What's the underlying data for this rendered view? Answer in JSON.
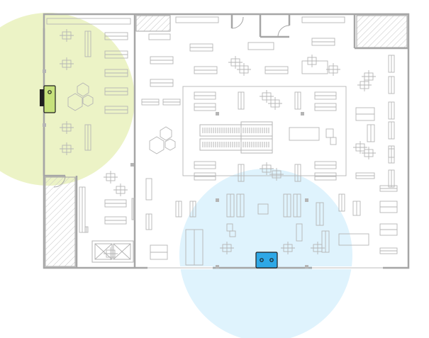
{
  "floorplan": {
    "wall_color": "#a6a6a6",
    "fixture_color": "#b5b5b5",
    "zones": [
      {
        "id": "zone-northwest",
        "fill": "#ecf3c6"
      },
      {
        "id": "zone-south",
        "fill": "#dff3fd"
      }
    ],
    "sensors": [
      {
        "id": "sensor-west",
        "icon": "wall-sensor-icon",
        "fill": "#c6e17b",
        "stroke": "#1f1f1f"
      },
      {
        "id": "sensor-south",
        "icon": "ceiling-sensor-icon",
        "fill": "#2ea8e6",
        "stroke": "#1f1f1f"
      }
    ]
  }
}
